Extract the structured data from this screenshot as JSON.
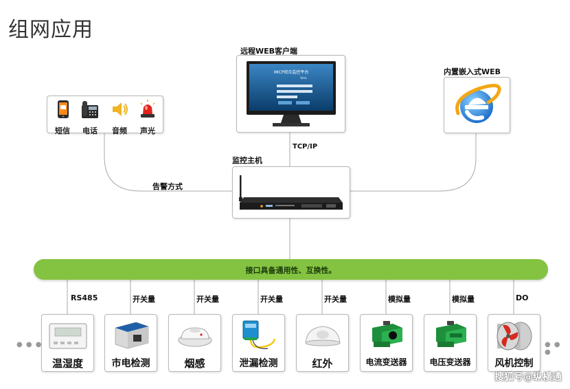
{
  "title": "组网应用",
  "web_client": {
    "label": "远程WEB客户端",
    "screen_title": "IMCP综合监控平台",
    "screen_sub": "Web"
  },
  "embedded_web": {
    "label": "内置嵌入式WEB"
  },
  "alarm": {
    "items": [
      {
        "label": "短信",
        "icon": "sms-phone-icon"
      },
      {
        "label": "电话",
        "icon": "desk-phone-icon"
      },
      {
        "label": "音频",
        "icon": "speaker-icon"
      },
      {
        "label": "声光",
        "icon": "alarm-light-icon"
      }
    ],
    "method_label": "告警方式"
  },
  "link": {
    "tcp_label": "TCP/IP"
  },
  "host": {
    "label": "监控主机"
  },
  "bus": {
    "label": "接口具备通用性、互换性。"
  },
  "devices": [
    {
      "name": "温湿度",
      "interface": "RS485",
      "icon": "temp-humidity-sensor-icon"
    },
    {
      "name": "市电检测",
      "interface": "开关量",
      "icon": "power-detector-icon"
    },
    {
      "name": "烟感",
      "interface": "开关量",
      "icon": "smoke-detector-icon"
    },
    {
      "name": "泄漏检测",
      "interface": "开关量",
      "icon": "leak-detector-icon"
    },
    {
      "name": "红外",
      "interface": "开关量",
      "icon": "infrared-sensor-icon"
    },
    {
      "name": "电流变送器",
      "interface": "模拟量",
      "icon": "current-transmitter-icon"
    },
    {
      "name": "电压变送器",
      "interface": "模拟量",
      "icon": "voltage-transmitter-icon"
    },
    {
      "name": "风机控制",
      "interface": "DO",
      "icon": "fan-icon"
    }
  ],
  "watermark": "搜狐号@纵横通",
  "colors": {
    "bus": "#84c341",
    "line": "#a8a8a8"
  }
}
